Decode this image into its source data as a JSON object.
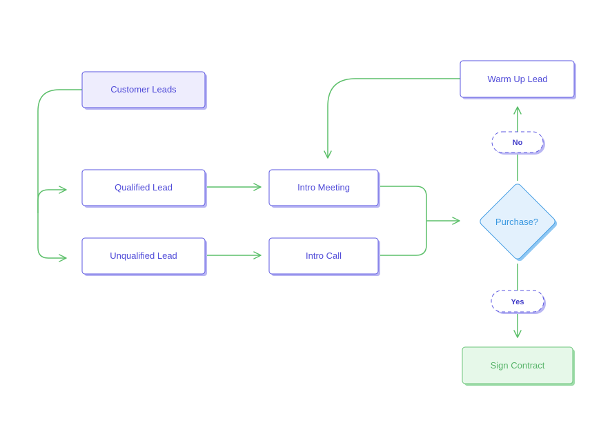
{
  "colors": {
    "edge": "#5cbf6a",
    "node_border": "#5a55e0",
    "node_shadow": "#b9b6f3",
    "node_text": "#4f4ad8",
    "start_fill": "#eeedfd",
    "decision_border": "#3f9be3",
    "decision_fill": "#e3f1fd",
    "decision_text": "#3a98e0",
    "decision_shadow": "#8fc7f3",
    "end_border": "#6cc47a",
    "end_fill": "#e6f8e9",
    "end_text": "#58b46a",
    "end_shadow": "#9fdcaa"
  },
  "nodes": {
    "customer_leads": "Customer Leads",
    "qualified_lead": "Qualified Lead",
    "unqualified_lead": "Unqualified Lead",
    "intro_meeting": "Intro Meeting",
    "intro_call": "Intro Call",
    "warm_up_lead": "Warm Up Lead",
    "purchase": "Purchase?",
    "sign_contract": "Sign Contract"
  },
  "edge_labels": {
    "no": "No",
    "yes": "Yes"
  }
}
